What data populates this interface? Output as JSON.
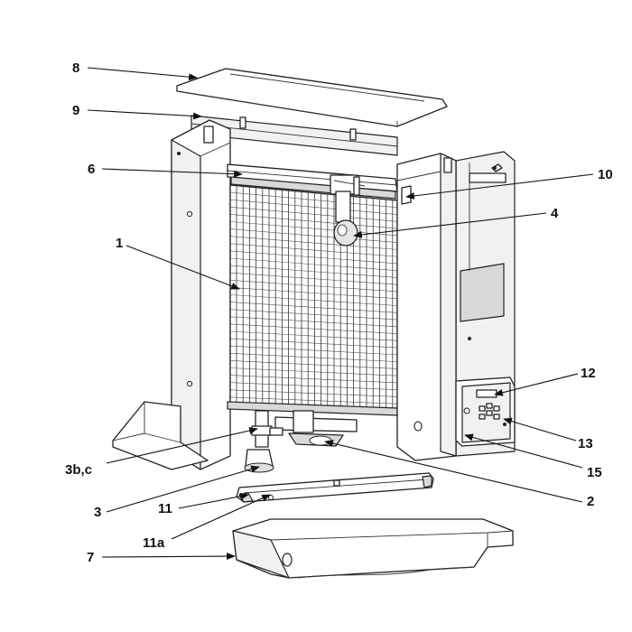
{
  "diagram": {
    "type": "exploded-parts-view",
    "callouts": [
      {
        "id": "8",
        "label": "8"
      },
      {
        "id": "9",
        "label": "9"
      },
      {
        "id": "6",
        "label": "6"
      },
      {
        "id": "10",
        "label": "10"
      },
      {
        "id": "4",
        "label": "4"
      },
      {
        "id": "1",
        "label": "1"
      },
      {
        "id": "12",
        "label": "12"
      },
      {
        "id": "13",
        "label": "13"
      },
      {
        "id": "3bc",
        "label": "3b,c"
      },
      {
        "id": "15",
        "label": "15"
      },
      {
        "id": "3",
        "label": "3"
      },
      {
        "id": "2",
        "label": "2"
      },
      {
        "id": "11",
        "label": "11"
      },
      {
        "id": "11a",
        "label": "11a"
      },
      {
        "id": "7",
        "label": "7"
      }
    ]
  }
}
